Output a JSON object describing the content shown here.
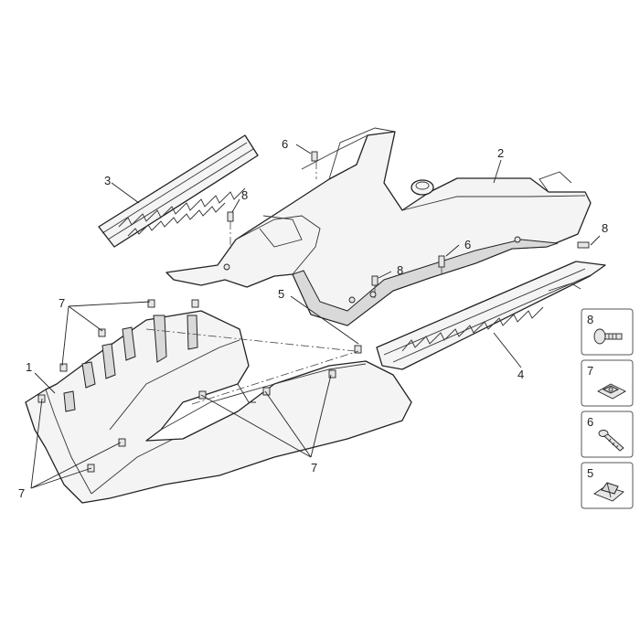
{
  "diagram": {
    "callouts": [
      {
        "id": "c1",
        "label": "1"
      },
      {
        "id": "c2",
        "label": "2"
      },
      {
        "id": "c3",
        "label": "3"
      },
      {
        "id": "c4",
        "label": "4"
      },
      {
        "id": "c5",
        "label": "5"
      },
      {
        "id": "c6a",
        "label": "6"
      },
      {
        "id": "c6b",
        "label": "6"
      },
      {
        "id": "c7a",
        "label": "7"
      },
      {
        "id": "c7b",
        "label": "7"
      },
      {
        "id": "c7c",
        "label": "7"
      },
      {
        "id": "c8a",
        "label": "8"
      },
      {
        "id": "c8b",
        "label": "8"
      },
      {
        "id": "c8c",
        "label": "8"
      }
    ],
    "legend": [
      {
        "label": "8",
        "icon": "screw-icon"
      },
      {
        "label": "7",
        "icon": "clip-nut-icon"
      },
      {
        "label": "6",
        "icon": "bolt-icon"
      },
      {
        "label": "5",
        "icon": "spring-clip-icon"
      }
    ]
  }
}
